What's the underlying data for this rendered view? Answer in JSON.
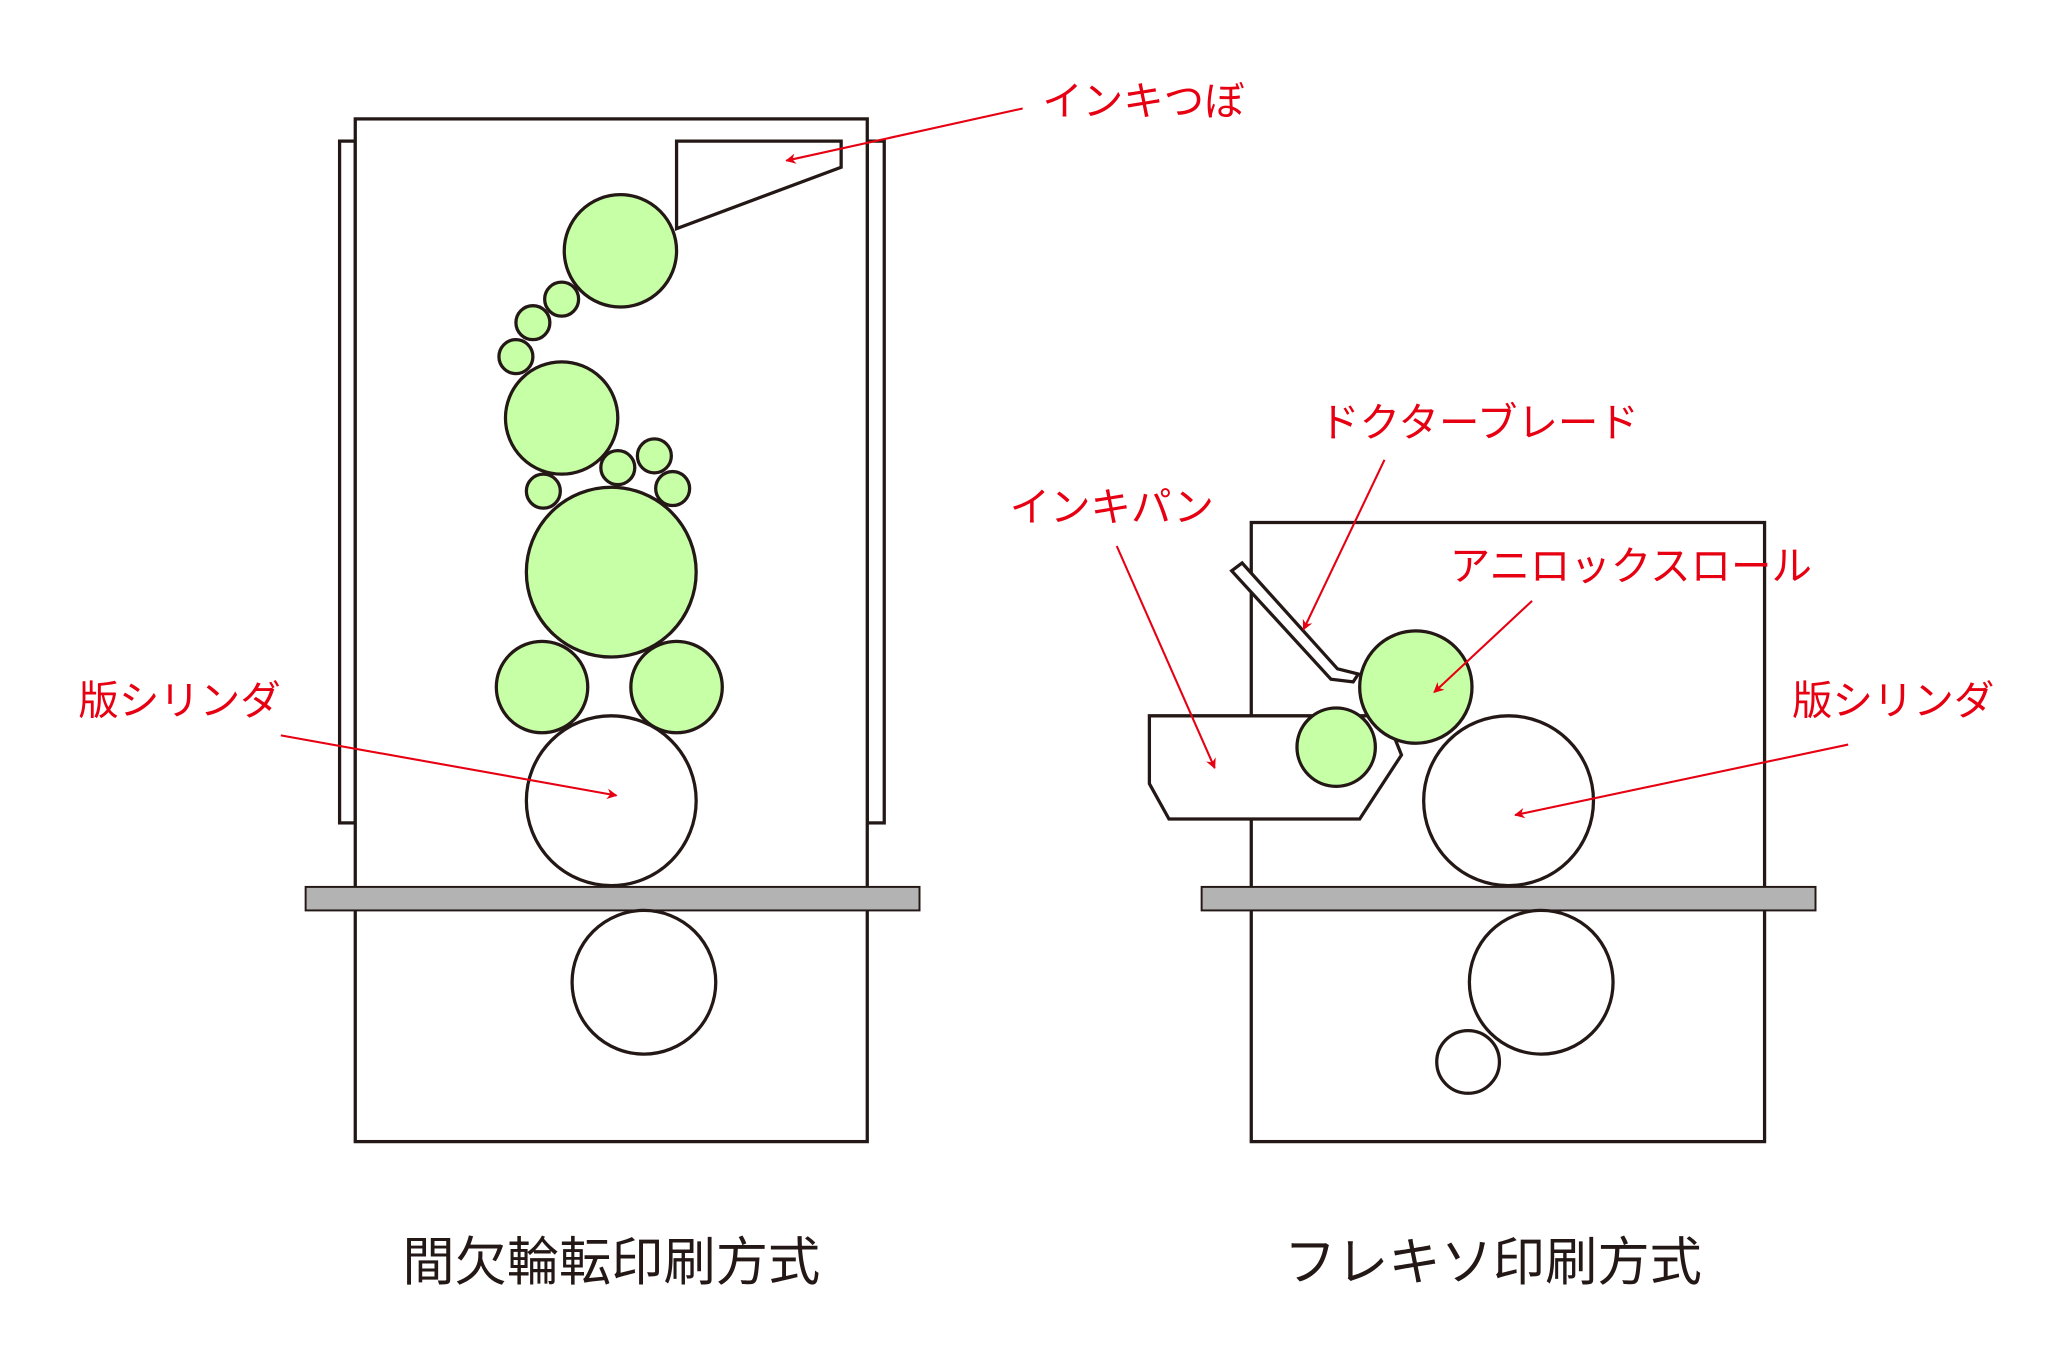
{
  "colors": {
    "label": "#e60012",
    "ink_roller": "#c6ffa6",
    "web": "#b3b3b3",
    "line": "#231815"
  },
  "left": {
    "title": "間欠輪転印刷方式",
    "labels": {
      "ink_fountain": "インキつぼ",
      "plate_cylinder": "版シリンダ"
    }
  },
  "right": {
    "title": "フレキソ印刷方式",
    "labels": {
      "doctor_blade": "ドクターブレード",
      "ink_pan": "インキパン",
      "anilox_roll": "アニロックスロール",
      "plate_cylinder": "版シリンダ"
    }
  }
}
